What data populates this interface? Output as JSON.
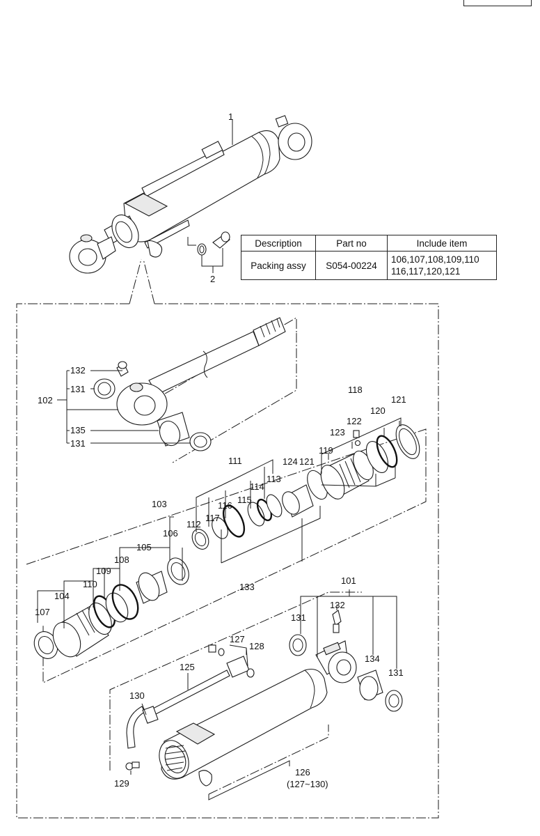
{
  "parts_table": {
    "headers": [
      "Description",
      "Part no",
      "Include item"
    ],
    "row": {
      "description": "Packing assy",
      "part_no": "S054-00224",
      "include_line1": "106,107,108,109,110",
      "include_line2": "116,117,120,121"
    }
  },
  "callouts": {
    "c1": "1",
    "c2": "2",
    "c101": "101",
    "c102": "102",
    "c103": "103",
    "c104": "104",
    "c105": "105",
    "c106": "106",
    "c107": "107",
    "c108": "108",
    "c109": "109",
    "c110": "110",
    "c111": "111",
    "c112": "112",
    "c113": "113",
    "c114": "114",
    "c115": "115",
    "c116": "116",
    "c117": "117",
    "c118": "118",
    "c119": "119",
    "c120": "120",
    "c121a": "121",
    "c121b": "121",
    "c122": "122",
    "c123": "123",
    "c124": "124",
    "c125": "125",
    "c126": "126",
    "c126_range": "(127~130)",
    "c127": "127",
    "c128": "128",
    "c129": "129",
    "c130": "130",
    "c131_rod_top": "131",
    "c131_rod_bottom": "131",
    "c131_tube_left": "131",
    "c131_tube_right": "131",
    "c132_rod": "132",
    "c132_tube": "132",
    "c133": "133",
    "c134": "134",
    "c135": "135"
  }
}
